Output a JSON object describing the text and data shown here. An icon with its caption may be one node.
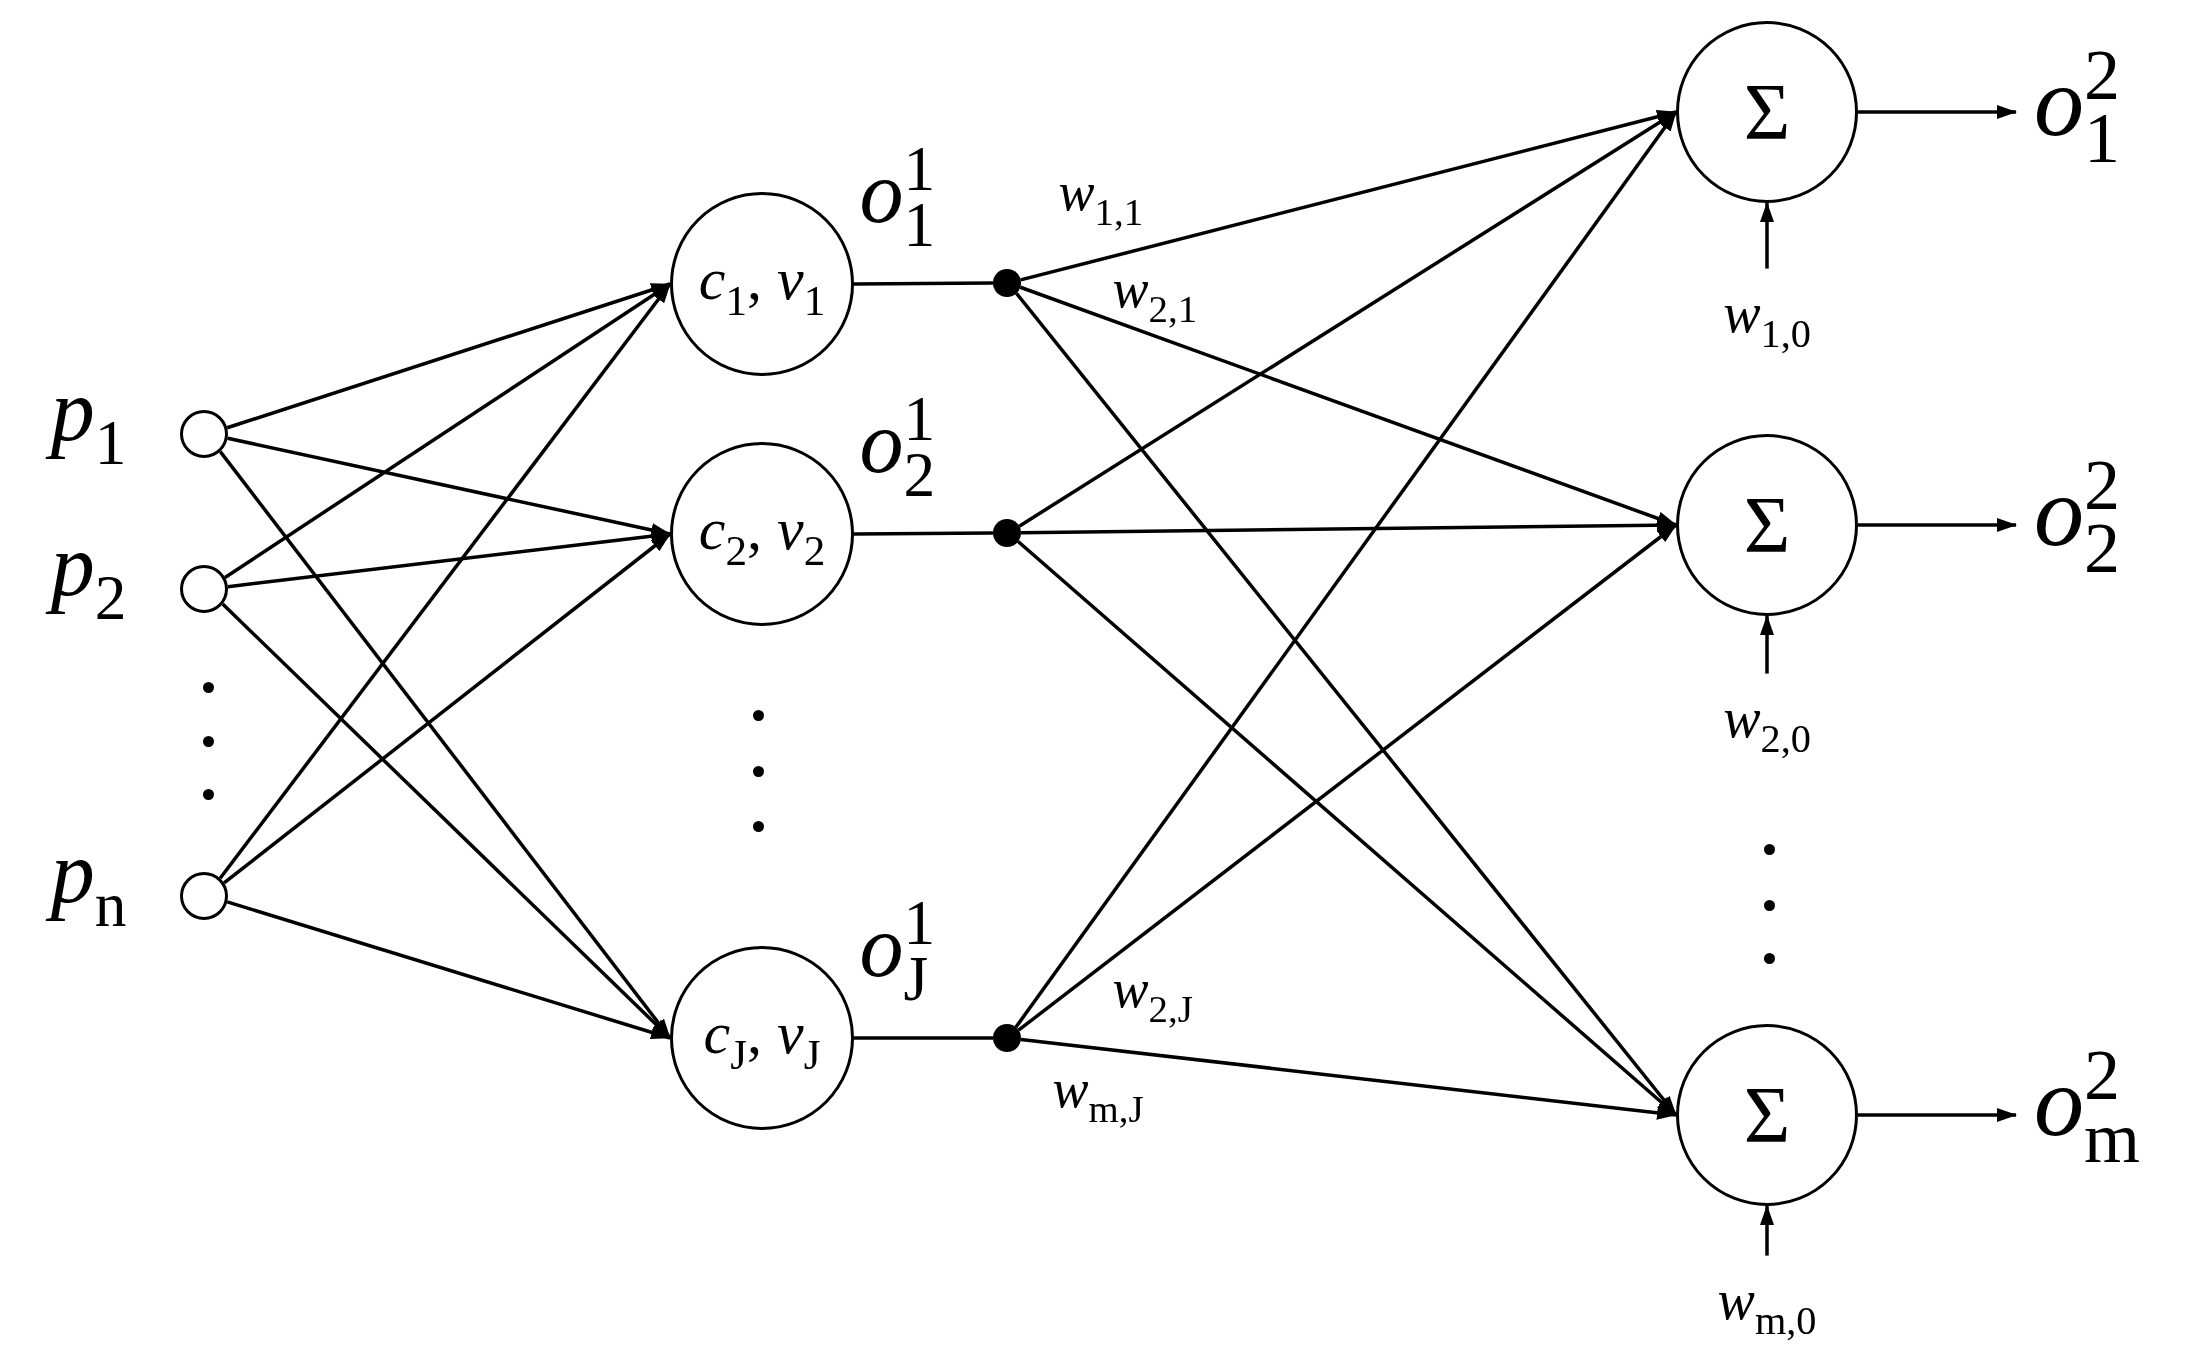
{
  "diagram": {
    "nodes": [
      {
        "text": [],
        "shape": "circle",
        "beside": [
          "*p*$_{1}$"
        ]
      },
      {
        "text": [],
        "shape": "circle",
        "beside": [
          "*p*$_{2}$"
        ]
      },
      {
        "text": [],
        "shape": "circle",
        "beside": [
          "*p*$_{n}$"
        ]
      },
      {
        "text": [
          "*c*$_{1}$, *v*$_{1}$"
        ],
        "beside": [
          "*o*$_{1}$$^{1}$"
        ]
      },
      {
        "text": [
          "*c*$_{2}$, *v*$_{2}$"
        ],
        "beside": [
          "*o*$_{2}$$^{1}$"
        ]
      },
      {
        "text": [
          "*c*$_{J}$, *v*$_{J}$"
        ],
        "beside": [
          "*o*$_{J}$$^{1}$"
        ]
      },
      {
        "text": [],
        "shape": "dot"
      },
      {
        "text": [],
        "shape": "dot"
      },
      {
        "text": [],
        "shape": "dot"
      },
      {
        "text": [
          "Σ"
        ]
      },
      {
        "text": [
          "Σ"
        ]
      },
      {
        "text": [
          "Σ"
        ]
      },
      {
        "text": [
          "*w*$_{1,0}$"
        ]
      },
      {
        "text": [
          "*w*$_{2,0}$"
        ]
      },
      {
        "text": [
          "*w*$_{m,0}$"
        ]
      },
      {
        "text": [
          "*o*$_{1}$$^{2}$"
        ]
      },
      {
        "text": [
          "*o*$_{2}$$^{2}$"
        ]
      },
      {
        "text": [
          "*o*$_{m}$$^{2}$"
        ]
      }
    ],
    "edges": [
      {
        "from": 0,
        "to": 3,
        "arrow": "to"
      },
      {
        "from": 0,
        "to": 4,
        "arrow": "to"
      },
      {
        "from": 0,
        "to": 5,
        "arrow": "to"
      },
      {
        "from": 1,
        "to": 3,
        "arrow": "to"
      },
      {
        "from": 1,
        "to": 4,
        "arrow": "to"
      },
      {
        "from": 1,
        "to": 5,
        "arrow": "to"
      },
      {
        "from": 2,
        "to": 3,
        "arrow": "to"
      },
      {
        "from": 2,
        "to": 4,
        "arrow": "to"
      },
      {
        "from": 2,
        "to": 5,
        "arrow": "to"
      },
      {
        "from": 3,
        "to": 6,
        "arrow": "none"
      },
      {
        "from": 4,
        "to": 7,
        "arrow": "none"
      },
      {
        "from": 5,
        "to": 8,
        "arrow": "none"
      },
      {
        "from": 6,
        "to": 9,
        "arrow": "to",
        "label": "*w*$_{1,1}$"
      },
      {
        "from": 6,
        "to": 10,
        "arrow": "to",
        "label": "*w*$_{2,1}$"
      },
      {
        "from": 6,
        "to": 11,
        "arrow": "to"
      },
      {
        "from": 7,
        "to": 9,
        "arrow": "to"
      },
      {
        "from": 7,
        "to": 10,
        "arrow": "to"
      },
      {
        "from": 7,
        "to": 11,
        "arrow": "to"
      },
      {
        "from": 8,
        "to": 9,
        "arrow": "to"
      },
      {
        "from": 8,
        "to": 10,
        "arrow": "to",
        "label": "*w*$_{2,J}$"
      },
      {
        "from": 8,
        "to": 11,
        "arrow": "to",
        "label": "*w*$_{m,J}$"
      },
      {
        "from": 12,
        "to": 9,
        "arrow": "to"
      },
      {
        "from": 13,
        "to": 10,
        "arrow": "to"
      },
      {
        "from": 14,
        "to": 11,
        "arrow": "to"
      },
      {
        "from": 9,
        "to": 15,
        "arrow": "to"
      },
      {
        "from": 10,
        "to": 16,
        "arrow": "to"
      },
      {
        "from": 11,
        "to": 17,
        "arrow": "to"
      }
    ]
  }
}
